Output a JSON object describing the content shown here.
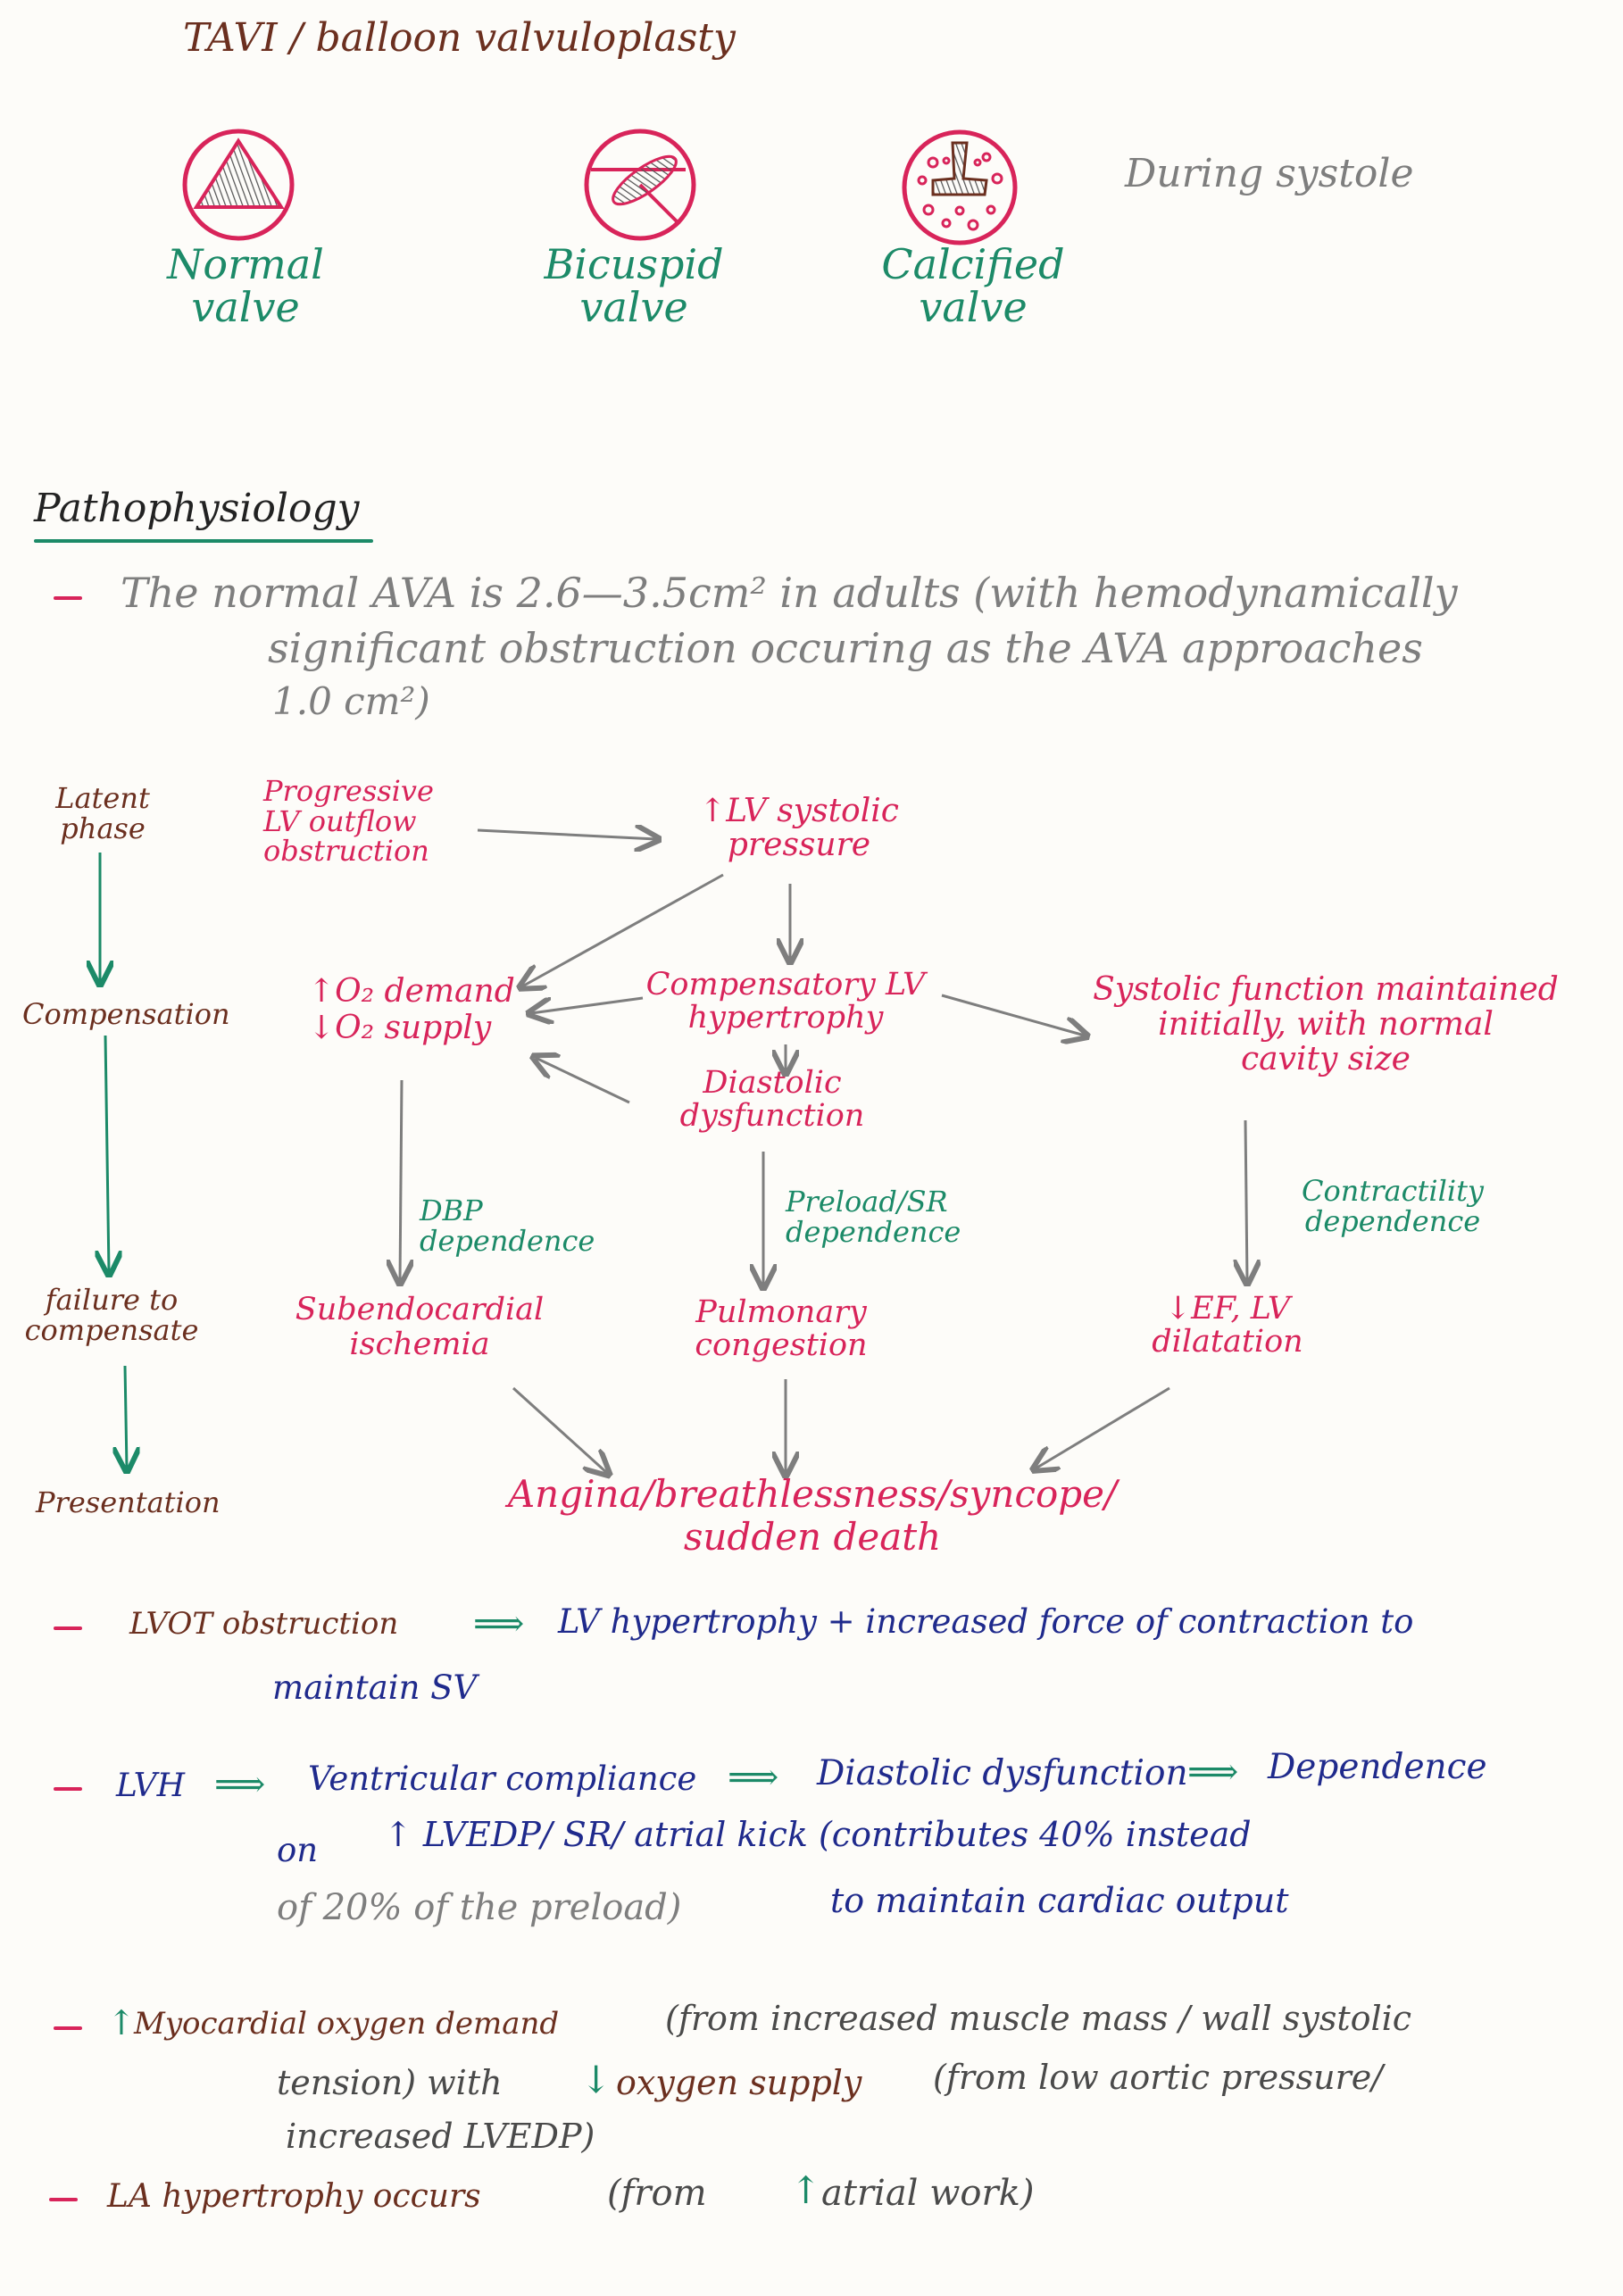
{
  "header": {
    "title": "TAVI / balloon valvuloplasty"
  },
  "valves": {
    "normal": "Normal\nvalve",
    "bicuspid": "Bicuspid\nvalve",
    "calcified": "Calcified\nvalve",
    "systole_note": "During systole"
  },
  "section": {
    "heading": "Pathophysiology"
  },
  "ava_note": {
    "line1": "The normal AVA is 2.6—3.5cm² in adults (with hemodynamically",
    "line2": "significant obstruction occuring as the AVA approaches",
    "line3": "1.0 cm²)"
  },
  "phases": {
    "latent": "Latent\nphase",
    "compensation": "Compensation",
    "failure": "failure to\ncompensate",
    "presentation": "Presentation"
  },
  "flow": {
    "obstruction": "Progressive\nLV outflow\nobstruction",
    "lv_pressure": "↑LV systolic\npressure",
    "o2": "↑O₂ demand\n↓O₂ supply",
    "hypertrophy": "Compensatory LV\nhypertrophy",
    "diastolic": "Diastolic\ndysfunction",
    "systolic": "Systolic function maintained\ninitially, with normal\ncavity size",
    "dbp": "DBP\ndependence",
    "preload": "Preload/SR\ndependence",
    "contractility": "Contractility\ndependence",
    "ischemia": "Subendocardial\nischemia",
    "pulmonary": "Pulmonary\ncongestion",
    "ef": "↓EF, LV\ndilatation",
    "outcome": "Angina/breathlessness/syncope/\nsudden death"
  },
  "notes": {
    "lvot_a": "LVOT obstruction",
    "lvot_b": "LV hypertrophy + increased force of contraction to",
    "lvot_c": "maintain SV",
    "lvh_a": "LVH",
    "lvh_b": "Ventricular compliance",
    "lvh_c": "Diastolic dysfunction",
    "lvh_d": "Dependence",
    "lvh_e": "on",
    "lvh_f": "↑ LVEDP/ SR/ atrial kick (contributes 40% instead",
    "lvh_g": "of 20% of the preload)",
    "lvh_h": "to maintain cardiac output",
    "myo_a": "↑",
    "myo_b": "Myocardial oxygen demand",
    "myo_c": "(from increased muscle mass / wall systolic",
    "myo_d": "tension) with",
    "myo_e": "↓",
    "myo_f": "oxygen supply",
    "myo_g": "(from low aortic pressure/",
    "myo_h": "increased LVEDP)",
    "la_a": "LA hypertrophy occurs",
    "la_b": "(from",
    "la_c": "↑",
    "la_d": "atrial work)"
  },
  "colors": {
    "pink": "#d8245a",
    "green": "#1c8a68",
    "navy": "#1f2a8c",
    "brown": "#6b2f1f",
    "gray": "#7e7e7e"
  }
}
